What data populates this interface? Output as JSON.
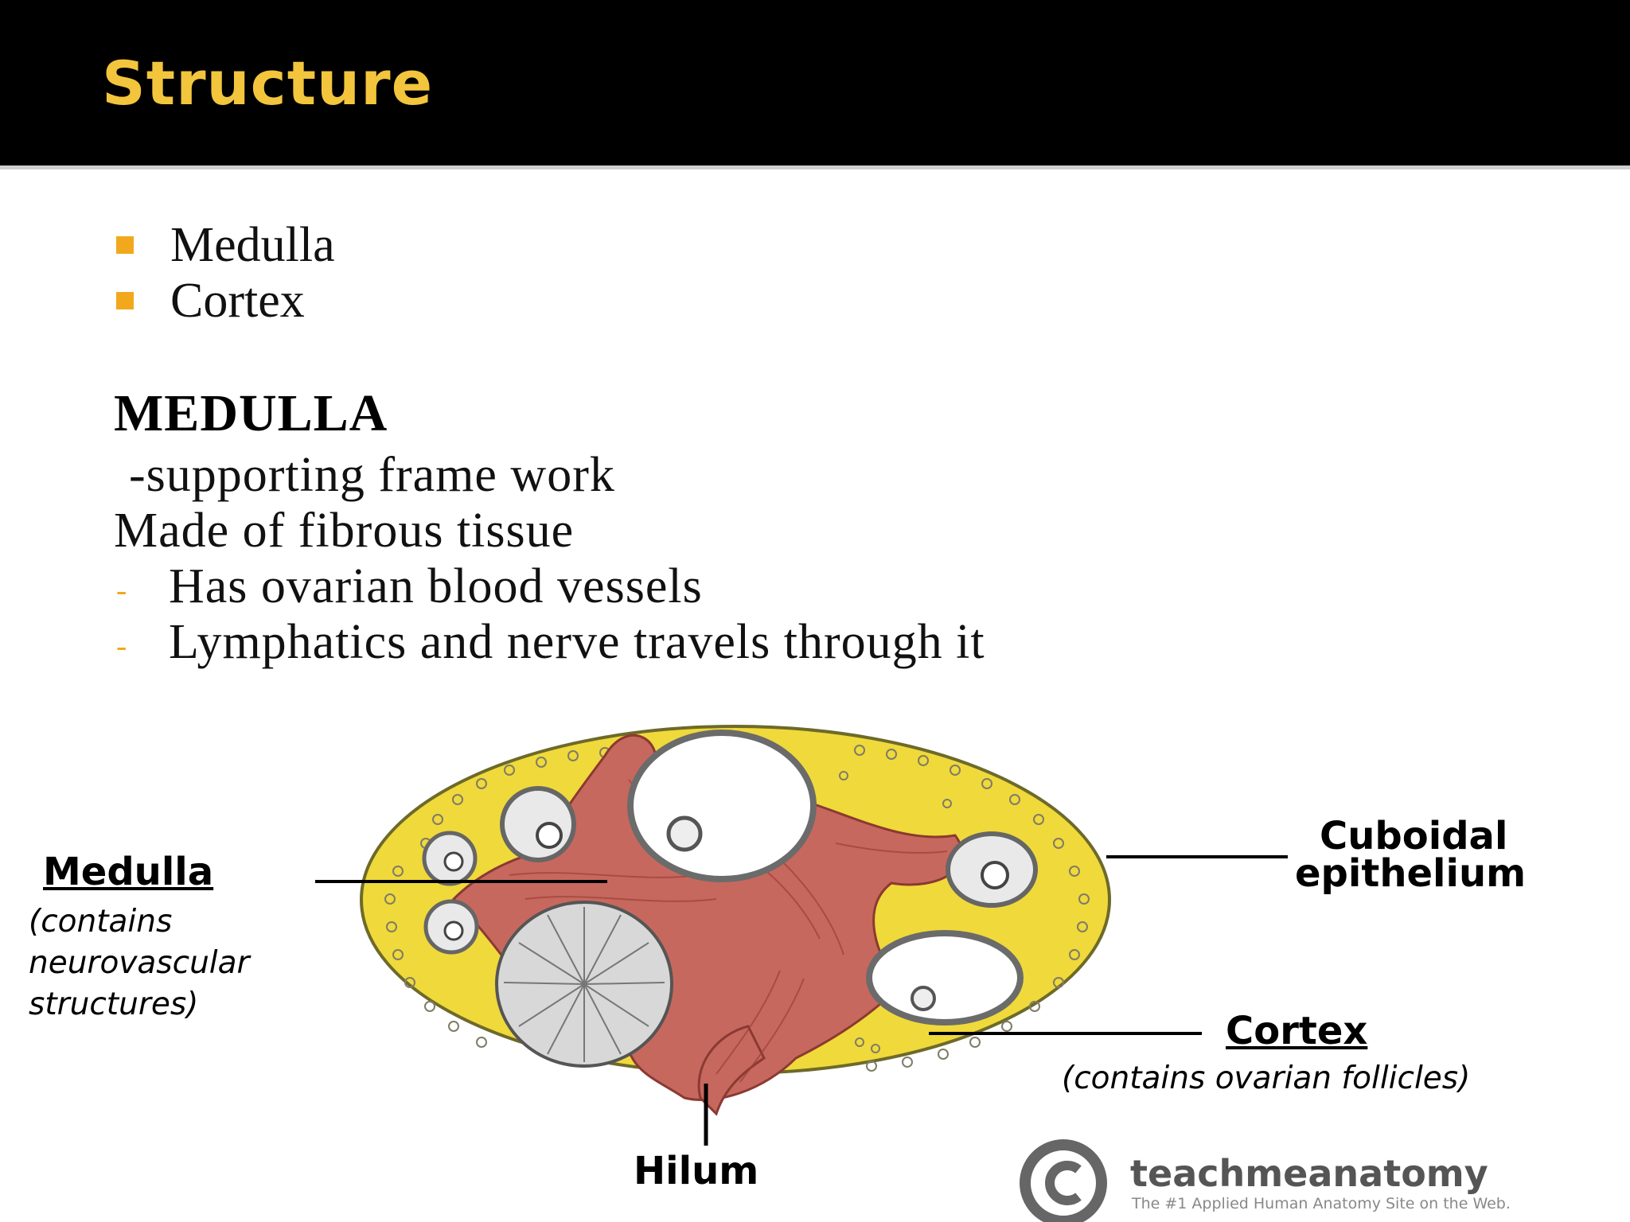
{
  "slide": {
    "title": "Structure",
    "bullets": [
      "Medulla",
      "Cortex"
    ],
    "section_heading": "MEDULLA",
    "lines": [
      "-supporting frame work",
      "Made of fibrous tissue"
    ],
    "dash_items": [
      "Has ovarian blood vessels",
      "Lymphatics and nerve travels through it"
    ],
    "colors": {
      "title": "#f2c53d",
      "bullet": "#f2a81d",
      "header_bg": "#000000"
    }
  },
  "diagram": {
    "labels": {
      "medulla": "Medulla",
      "medulla_note_1": "(contains",
      "medulla_note_2": "neurovascular",
      "medulla_note_3": "structures)",
      "cuboidal_1": "Cuboidal",
      "cuboidal_2": "epithelium",
      "cortex": "Cortex",
      "cortex_note": "(contains ovarian follicles)",
      "hilum": "Hilum"
    },
    "logo": {
      "name": "teachmeanatomy",
      "tagline": "The #1 Applied Human Anatomy Site on the Web."
    }
  }
}
